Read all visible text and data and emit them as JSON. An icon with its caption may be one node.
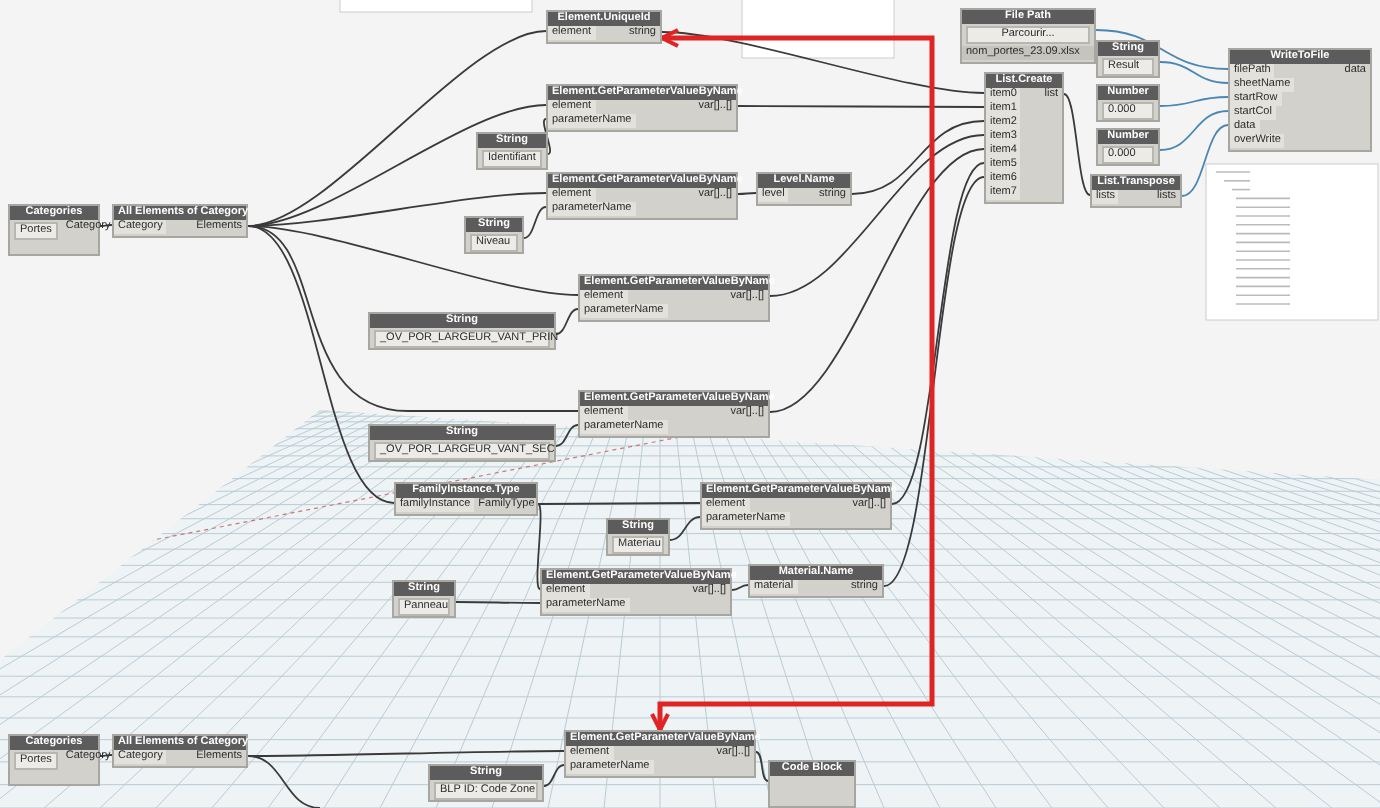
{
  "diagram": {
    "nodes": [
      {
        "text": [
          "Categories",
          "Portes",
          "Category"
        ]
      },
      {
        "text": [
          "All Elements of Category",
          "Category",
          "Elements"
        ]
      },
      {
        "text": [
          "Element.UniqueId",
          "element",
          "string"
        ]
      },
      {
        "text": [
          "Element.GetParameterValueByName",
          "element",
          "parameterName",
          "var[]..[]"
        ]
      },
      {
        "text": [
          "String",
          "Identifiant"
        ]
      },
      {
        "text": [
          "Element.GetParameterValueByName",
          "element",
          "parameterName",
          "var[]..[]"
        ]
      },
      {
        "text": [
          "Level.Name",
          "level",
          "string"
        ]
      },
      {
        "text": [
          "String",
          "Niveau"
        ]
      },
      {
        "text": [
          "Element.GetParameterValueByName",
          "element",
          "parameterName",
          "var[]..[]"
        ]
      },
      {
        "text": [
          "String",
          "_OV_POR_LARGEUR_VANT_PRIN"
        ]
      },
      {
        "text": [
          "Element.GetParameterValueByName",
          "element",
          "parameterName",
          "var[]..[]"
        ]
      },
      {
        "text": [
          "String",
          "_OV_POR_LARGEUR_VANT_SEC"
        ]
      },
      {
        "text": [
          "FamilyInstance.Type",
          "familyInstance",
          "FamilyType"
        ]
      },
      {
        "text": [
          "Element.GetParameterValueByName",
          "element",
          "parameterName",
          "var[]..[]"
        ]
      },
      {
        "text": [
          "String",
          "Materiau"
        ]
      },
      {
        "text": [
          "Element.GetParameterValueByName",
          "element",
          "parameterName",
          "var[]..[]"
        ]
      },
      {
        "text": [
          "String",
          "Panneau"
        ]
      },
      {
        "text": [
          "Material.Name",
          "material",
          "string"
        ]
      },
      {
        "text": [
          "File Path",
          "Parcourir...",
          "nom_portes_23.09.xlsx"
        ]
      },
      {
        "text": [
          "List.Create",
          "item0",
          "item1",
          "item2",
          "item3",
          "item4",
          "item5",
          "item6",
          "item7",
          "list"
        ]
      },
      {
        "text": [
          "String",
          "Result"
        ]
      },
      {
        "text": [
          "Number",
          "0.000"
        ]
      },
      {
        "text": [
          "Number",
          "0.000"
        ]
      },
      {
        "text": [
          "List.Transpose",
          "lists",
          "lists"
        ]
      },
      {
        "text": [
          "WriteToFile",
          "filePath",
          "sheetName",
          "startRow",
          "startCol",
          "data",
          "overWrite",
          "data"
        ]
      },
      {
        "text": [
          "Categories",
          "Portes",
          "Category"
        ]
      },
      {
        "text": [
          "All Elements of Category",
          "Category",
          "Elements"
        ]
      },
      {
        "text": [
          "Element.GetParameterValueByName",
          "element",
          "parameterName",
          "var[]..[]"
        ]
      },
      {
        "text": [
          "String",
          "BLP ID: Code Zone"
        ]
      },
      {
        "text": [
          "Code Block"
        ]
      }
    ],
    "edges": [
      {
        "from": 0,
        "to": 1,
        "arrow": "none"
      },
      {
        "from": 1,
        "to": 2,
        "arrow": "none"
      },
      {
        "from": 1,
        "to": 3,
        "arrow": "none"
      },
      {
        "from": 4,
        "to": 3,
        "arrow": "none"
      },
      {
        "from": 1,
        "to": 5,
        "arrow": "none"
      },
      {
        "from": 7,
        "to": 5,
        "arrow": "none"
      },
      {
        "from": 5,
        "to": 6,
        "arrow": "none"
      },
      {
        "from": 1,
        "to": 8,
        "arrow": "none"
      },
      {
        "from": 9,
        "to": 8,
        "arrow": "none"
      },
      {
        "from": 1,
        "to": 10,
        "arrow": "none"
      },
      {
        "from": 11,
        "to": 10,
        "arrow": "none"
      },
      {
        "from": 1,
        "to": 12,
        "arrow": "none"
      },
      {
        "from": 12,
        "to": 13,
        "arrow": "none"
      },
      {
        "from": 14,
        "to": 13,
        "arrow": "none"
      },
      {
        "from": 12,
        "to": 15,
        "arrow": "none"
      },
      {
        "from": 16,
        "to": 15,
        "arrow": "none"
      },
      {
        "from": 15,
        "to": 17,
        "arrow": "none"
      },
      {
        "from": 2,
        "to": 19,
        "arrow": "none"
      },
      {
        "from": 3,
        "to": 19,
        "arrow": "none"
      },
      {
        "from": 6,
        "to": 19,
        "arrow": "none"
      },
      {
        "from": 8,
        "to": 19,
        "arrow": "none"
      },
      {
        "from": 10,
        "to": 19,
        "arrow": "none"
      },
      {
        "from": 13,
        "to": 19,
        "arrow": "none"
      },
      {
        "from": 17,
        "to": 19,
        "arrow": "none"
      },
      {
        "from": 19,
        "to": 23,
        "arrow": "none"
      },
      {
        "from": 18,
        "to": 24,
        "arrow": "none",
        "color": "#4a86b4"
      },
      {
        "from": 20,
        "to": 24,
        "arrow": "none",
        "color": "#4a86b4"
      },
      {
        "from": 21,
        "to": 24,
        "arrow": "none",
        "color": "#4a86b4"
      },
      {
        "from": 22,
        "to": 24,
        "arrow": "none",
        "color": "#4a86b4"
      },
      {
        "from": 23,
        "to": 24,
        "arrow": "none",
        "color": "#4a86b4"
      },
      {
        "from": 25,
        "to": 26,
        "arrow": "none"
      },
      {
        "from": 26,
        "to": 27,
        "arrow": "none"
      },
      {
        "from": 28,
        "to": 27,
        "arrow": "none"
      },
      {
        "from": 27,
        "to": 29,
        "arrow": "none"
      },
      {
        "from": 26,
        "to": null,
        "arrow": "none"
      },
      {
        "from": 27,
        "to": 2,
        "arrow": "both",
        "style": "thick",
        "color": "#e02424"
      }
    ]
  }
}
